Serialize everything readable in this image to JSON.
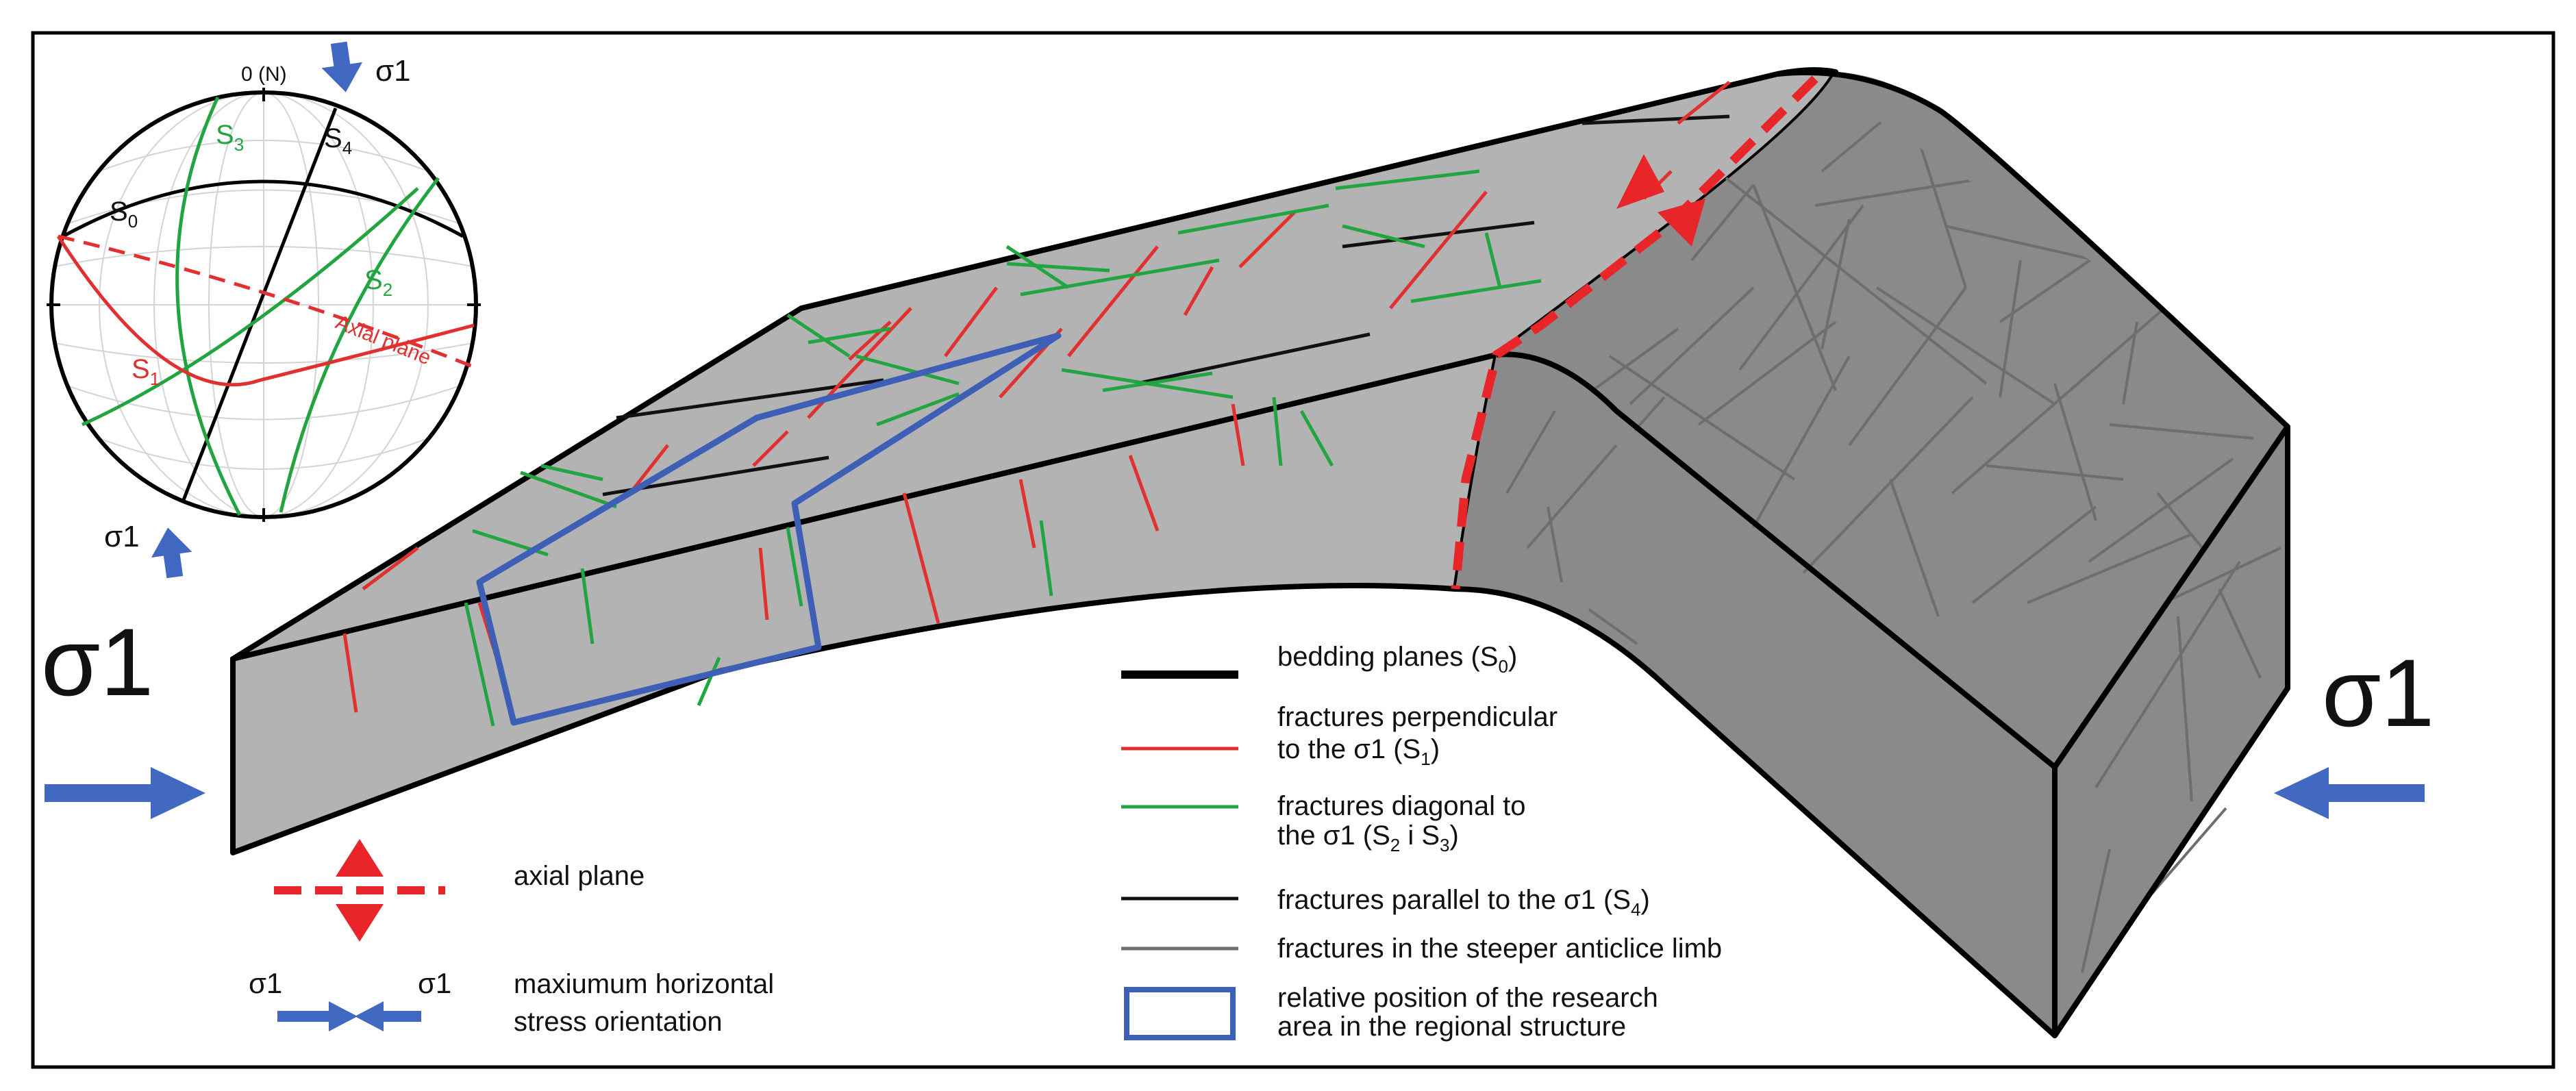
{
  "stress": {
    "sigma": "σ1",
    "subscripts": {
      "s0": "0",
      "s1": "1",
      "s2": "2",
      "s3": "3",
      "s4": "4"
    }
  },
  "stereonet": {
    "north_label": "0 (N)",
    "axial_plane_label": "Axial plane",
    "plane_letter": "S"
  },
  "legend": {
    "bedding": {
      "text": "bedding planes (S",
      "sub": "0",
      "close": ")"
    },
    "perpendicular": {
      "line1": "fractures perpendicular",
      "line2": "to the σ1 (S",
      "sub": "1",
      "close": ")"
    },
    "diagonal": {
      "line1": "fractures diagonal to",
      "line2a": "the σ1 (S",
      "sub1": "2",
      "mid": " i S",
      "sub2": "3",
      "close": ")"
    },
    "parallel": {
      "text": "fractures parallel to the σ1 (S",
      "sub": "4",
      "close": ")"
    },
    "steeper": {
      "text": "fractures in the steeper anticlice limb"
    },
    "research": {
      "line1": "relative position of the research",
      "line2": "area in the regional structure"
    },
    "axial": {
      "text": "axial plane"
    },
    "shmax": {
      "line1": "maxiumum horizontal",
      "line2": "stress orientation"
    }
  },
  "colors": {
    "bedding": "#000000",
    "perpendicular": "#e03030",
    "diagonal": "#22a540",
    "parallel": "#111111",
    "steeper": "#6e6e6e",
    "research": "#3d5fb5",
    "axial": "#e8262a",
    "arrow": "#4169c2",
    "top_surface": "#b3b3b3",
    "steep_limb": "#8a8a8a"
  }
}
